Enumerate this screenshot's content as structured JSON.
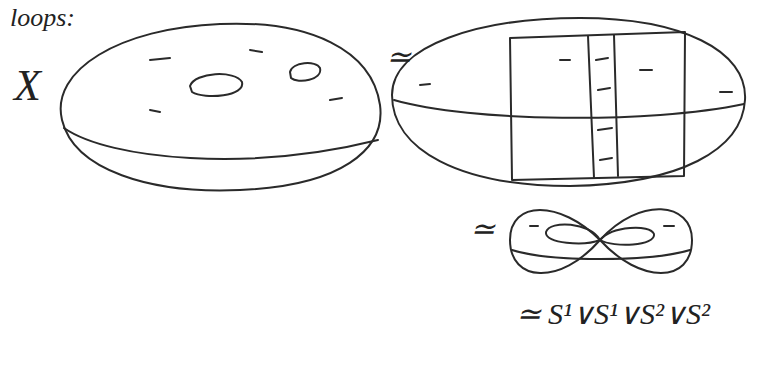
{
  "diagram": {
    "labels": [
      "loops:",
      "X",
      "≃",
      "≃",
      "≃",
      "S¹∨S¹∨S²∨S²"
    ]
  }
}
